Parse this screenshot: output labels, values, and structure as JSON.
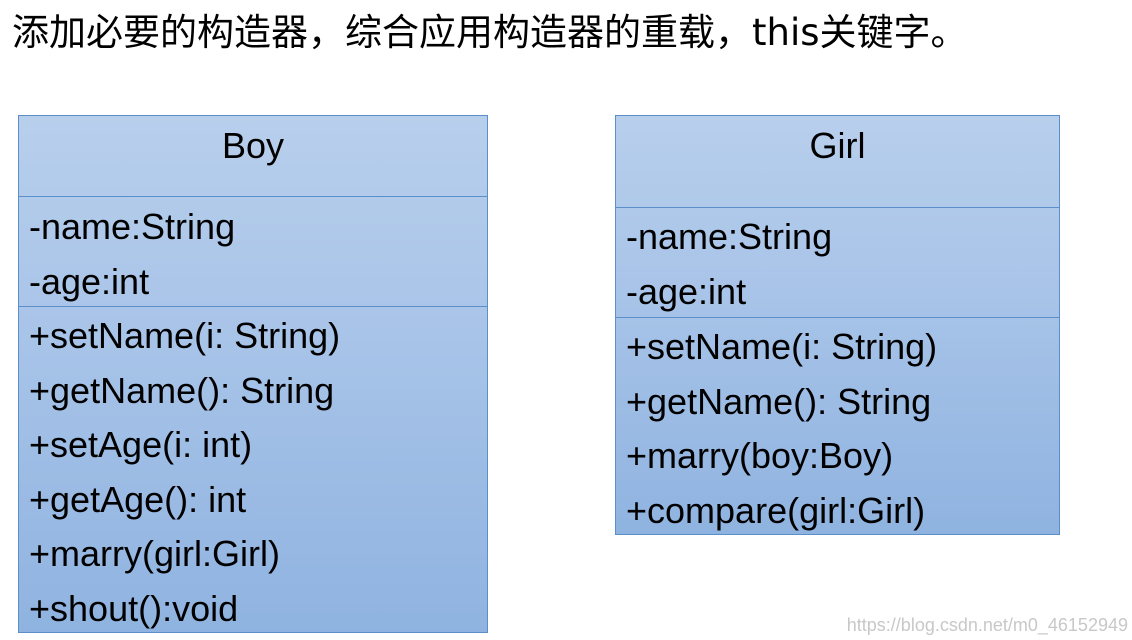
{
  "heading": "添加必要的构造器，综合应用构造器的重载，this关键字。",
  "classes": {
    "boy": {
      "name": "Boy",
      "attributes": [
        "-name:String",
        "-age:int"
      ],
      "methods": [
        "+setName(i: String)",
        "+getName(): String",
        "+setAge(i: int)",
        "+getAge(): int",
        "+marry(girl:Girl)",
        "+shout():void"
      ]
    },
    "girl": {
      "name": "Girl",
      "attributes": [
        "-name:String",
        "-age:int"
      ],
      "methods": [
        "+setName(i: String)",
        "+getName(): String",
        "+marry(boy:Boy)",
        "+compare(girl:Girl)"
      ]
    }
  },
  "colors": {
    "box_fill_top": "#b8cfec",
    "box_fill_bottom": "#8fb3e0",
    "box_border": "#5b8fc9"
  },
  "watermark": "https://blog.csdn.net/m0_46152949"
}
